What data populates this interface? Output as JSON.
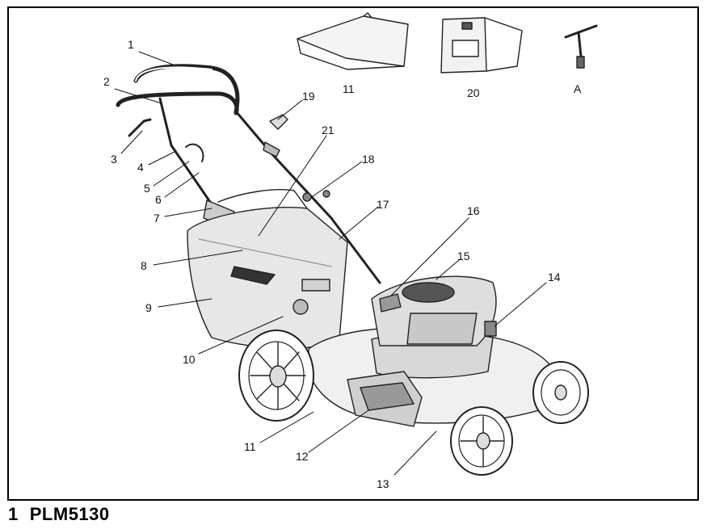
{
  "figure": {
    "number": "1",
    "model": "PLM5130"
  },
  "callouts": [
    {
      "id": "1",
      "label": "1"
    },
    {
      "id": "2",
      "label": "2"
    },
    {
      "id": "3",
      "label": "3"
    },
    {
      "id": "4",
      "label": "4"
    },
    {
      "id": "5",
      "label": "5"
    },
    {
      "id": "6",
      "label": "6"
    },
    {
      "id": "7",
      "label": "7"
    },
    {
      "id": "8",
      "label": "8"
    },
    {
      "id": "9",
      "label": "9"
    },
    {
      "id": "10",
      "label": "10"
    },
    {
      "id": "11a",
      "label": "11"
    },
    {
      "id": "11b",
      "label": "11"
    },
    {
      "id": "12",
      "label": "12"
    },
    {
      "id": "13",
      "label": "13"
    },
    {
      "id": "14",
      "label": "14"
    },
    {
      "id": "15",
      "label": "15"
    },
    {
      "id": "16",
      "label": "16"
    },
    {
      "id": "17",
      "label": "17"
    },
    {
      "id": "18",
      "label": "18"
    },
    {
      "id": "19",
      "label": "19"
    },
    {
      "id": "20",
      "label": "20"
    },
    {
      "id": "21",
      "label": "21"
    },
    {
      "id": "A",
      "label": "A"
    }
  ]
}
